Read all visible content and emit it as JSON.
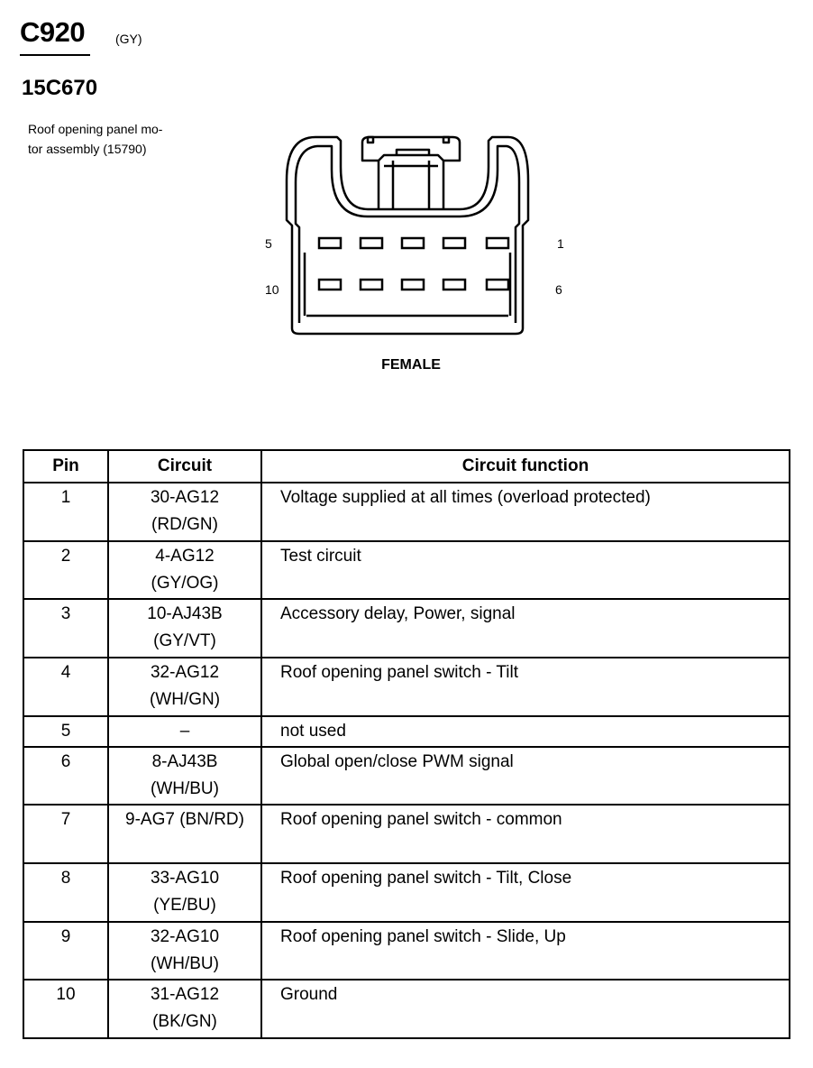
{
  "header": {
    "connector_id": "C920",
    "connector_color": "(GY)",
    "part_number": "15C670",
    "description": "Roof opening panel motor assembly (15790)",
    "description_line1": "Roof opening panel mo-",
    "description_line2": "tor assembly (15790)"
  },
  "diagram": {
    "pin_labels": {
      "top_left": "5",
      "top_right": "1",
      "bottom_left": "10",
      "bottom_right": "6"
    },
    "gender": "FEMALE"
  },
  "table": {
    "headers": {
      "pin": "Pin",
      "circuit": "Circuit",
      "function": "Circuit function"
    },
    "rows": [
      {
        "pin": "1",
        "circuit": "30-AG12",
        "color": "(RD/GN)",
        "function": "Voltage supplied at all times (overload protected)"
      },
      {
        "pin": "2",
        "circuit": "4-AG12",
        "color": "(GY/OG)",
        "function": "Test circuit"
      },
      {
        "pin": "3",
        "circuit": "10-AJ43B",
        "color": "(GY/VT)",
        "function": "Accessory delay, Power, signal"
      },
      {
        "pin": "4",
        "circuit": "32-AG12",
        "color": "(WH/GN)",
        "function": "Roof opening panel switch  - Tilt"
      },
      {
        "pin": "5",
        "circuit": "–",
        "color": "",
        "function": "not used"
      },
      {
        "pin": "6",
        "circuit": "8-AJ43B",
        "color": "(WH/BU)",
        "function": "Global open/close PWM signal"
      },
      {
        "pin": "7",
        "circuit": "9-AG7 (BN/RD)",
        "color": "",
        "function": "Roof opening panel switch  - common"
      },
      {
        "pin": "8",
        "circuit": "33-AG10",
        "color": "(YE/BU)",
        "function": "Roof opening panel switch  - Tilt, Close"
      },
      {
        "pin": "9",
        "circuit": "32-AG10",
        "color": "(WH/BU)",
        "function": "Roof opening panel switch  - Slide, Up"
      },
      {
        "pin": "10",
        "circuit": "31-AG12",
        "color": "(BK/GN)",
        "function": "Ground"
      }
    ]
  }
}
